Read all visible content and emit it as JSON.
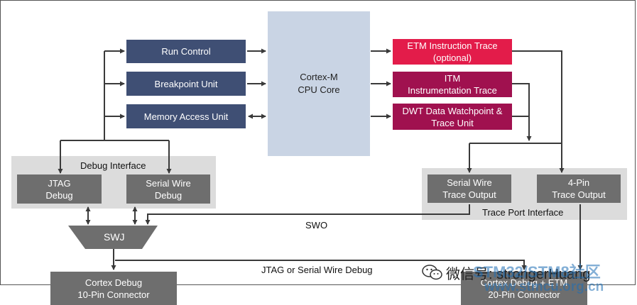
{
  "blocks": {
    "run_control": "Run Control",
    "breakpoint_unit": "Breakpoint Unit",
    "memory_access_unit": "Memory Access Unit",
    "core_line1": "Cortex-M",
    "core_line2": "CPU Core",
    "etm_line1": "ETM Instruction Trace",
    "etm_line2": "(optional)",
    "itm_line1": "ITM",
    "itm_line2": "Instrumentation Trace",
    "dwt_line1": "DWT Data Watchpoint &",
    "dwt_line2": "Trace Unit",
    "debug_interface": "Debug Interface",
    "jtag_line1": "JTAG",
    "jtag_line2": "Debug",
    "swd_line1": "Serial Wire",
    "swd_line2": "Debug",
    "swj": "SWJ",
    "sw_trace_line1": "Serial Wire",
    "sw_trace_line2": "Trace Output",
    "pin4_line1": "4-Pin",
    "pin4_line2": "Trace Output",
    "trace_port_interface": "Trace Port Interface",
    "connector10_line1": "Cortex Debug",
    "connector10_line2": "10-Pin Connector",
    "connector20_line1": "Cortex Debug + ETM",
    "connector20_line2": "20-Pin Connector"
  },
  "labels": {
    "swo": "SWO",
    "jtag_or_swd": "JTAG or Serial Wire Debug"
  },
  "watermark": {
    "wechat_text": "微信号: strongerHuang",
    "forum_text": "STM32/STM8社区",
    "url_text": "www.stmcu.org.cn"
  },
  "colors": {
    "navy": "#3f4f74",
    "red": "#e31c4a",
    "plum": "#a0114f",
    "grey": "#6e6e6e",
    "core": "#c9d4e4",
    "panel": "#dcdcdc"
  }
}
